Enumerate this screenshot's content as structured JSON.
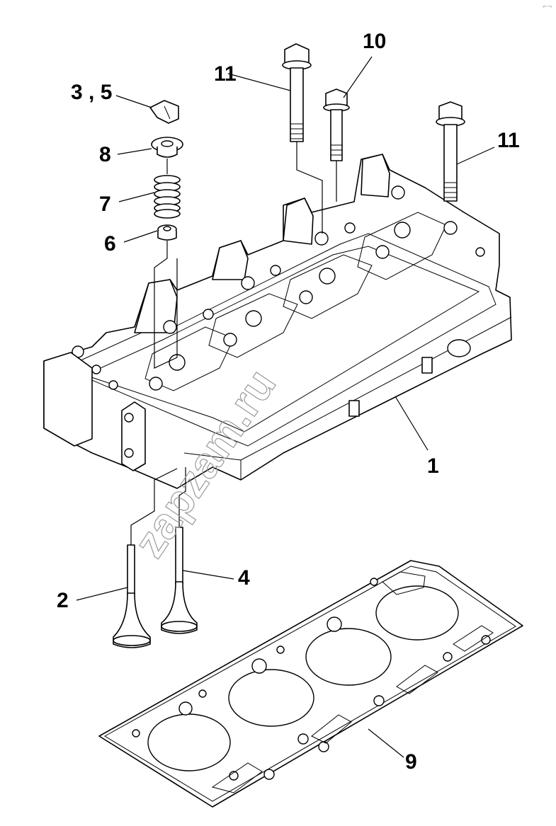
{
  "corner_mark": "⌐¬",
  "watermark": "zapzam.ru",
  "callouts": [
    {
      "id": "c1",
      "label": "1"
    },
    {
      "id": "c2",
      "label": "2"
    },
    {
      "id": "c35",
      "label": "3 , 5"
    },
    {
      "id": "c4",
      "label": "4"
    },
    {
      "id": "c6",
      "label": "6"
    },
    {
      "id": "c7",
      "label": "7"
    },
    {
      "id": "c8",
      "label": "8"
    },
    {
      "id": "c9",
      "label": "9"
    },
    {
      "id": "c10",
      "label": "10"
    },
    {
      "id": "c11a",
      "label": "11"
    },
    {
      "id": "c11b",
      "label": "11"
    }
  ]
}
